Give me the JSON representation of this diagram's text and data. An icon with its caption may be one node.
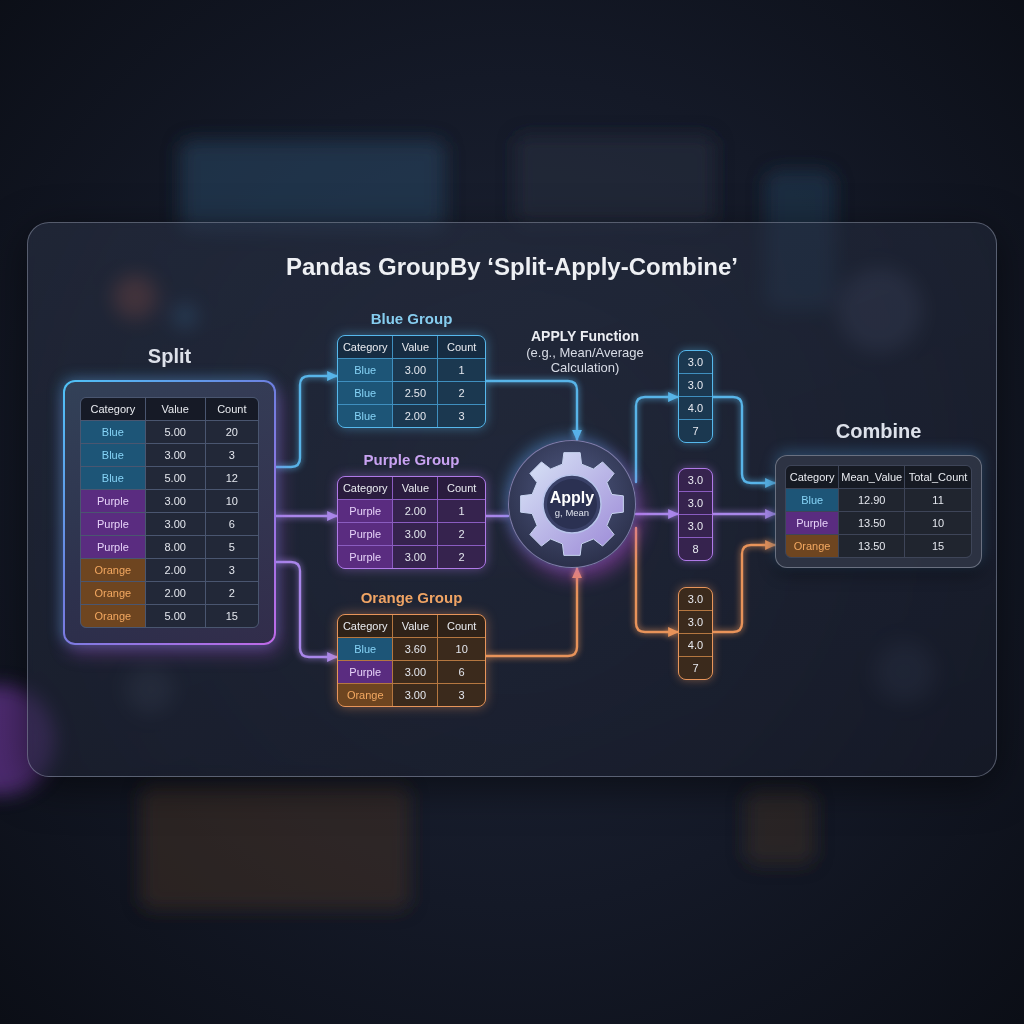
{
  "diagram": {
    "title": "Pandas GroupBy ‘Split-Apply-Combine’",
    "nodes": [
      {
        "text": [
          "Split",
          "Category",
          "Value",
          "Count",
          "Blue",
          "5.00",
          "20",
          "Blue",
          "3.00",
          "3",
          "Blue",
          "5.00",
          "12",
          "Purple",
          "3.00",
          "10",
          "Purple",
          "3.00",
          "6",
          "Purple",
          "8.00",
          "5",
          "Orange",
          "2.00",
          "3",
          "Orange",
          "2.00",
          "2",
          "Orange",
          "5.00",
          "15"
        ]
      },
      {
        "text": [
          "Blue Group",
          "Category",
          "Value",
          "Count",
          "Blue",
          "3.00",
          "1",
          "Blue",
          "2.50",
          "2",
          "Blue",
          "2.00",
          "3"
        ]
      },
      {
        "text": [
          "Purple Group",
          "Category",
          "Value",
          "Count",
          "Purple",
          "2.00",
          "1",
          "Purple",
          "3.00",
          "2",
          "Purple",
          "3.00",
          "2"
        ]
      },
      {
        "text": [
          "Orange Group",
          "Category",
          "Value",
          "Count",
          "Blue",
          "3.60",
          "10",
          "Purple",
          "3.00",
          "6",
          "Orange",
          "3.00",
          "3"
        ]
      },
      {
        "text": [
          "Apply",
          "g, Mean"
        ],
        "beside": [
          "APPLY Function",
          "(e.g., Mean/Average Calculation)"
        ]
      },
      {
        "text": [
          "3.0",
          "3.0",
          "4.0",
          "7"
        ]
      },
      {
        "text": [
          "3.0",
          "3.0",
          "3.0",
          "8"
        ]
      },
      {
        "text": [
          "3.0",
          "3.0",
          "4.0",
          "7"
        ]
      },
      {
        "text": [
          "Combine",
          "Category",
          "Mean_Value",
          "Total_Count",
          "Blue",
          "12.90",
          "11",
          "Purple",
          "13.50",
          "10",
          "Orange",
          "13.50",
          "15"
        ]
      }
    ],
    "edges": [
      {
        "from": 0,
        "to": 1,
        "arrow": "to",
        "color": "#58b4e8"
      },
      {
        "from": 0,
        "to": 2,
        "arrow": "to"
      },
      {
        "from": 0,
        "to": 3,
        "arrow": "to"
      },
      {
        "from": 1,
        "to": 4,
        "arrow": "to",
        "color": "#58b4e8"
      },
      {
        "from": 2,
        "to": 4,
        "arrow": "none"
      },
      {
        "from": 3,
        "to": 4,
        "arrow": "to",
        "color": "#e8935a"
      },
      {
        "from": 4,
        "to": 5,
        "arrow": "to",
        "color": "#58b4e8"
      },
      {
        "from": 4,
        "to": 6,
        "arrow": "to"
      },
      {
        "from": 4,
        "to": 7,
        "arrow": "to",
        "color": "#e8935a"
      },
      {
        "from": 5,
        "to": 8,
        "arrow": "to",
        "color": "#58b4e8"
      },
      {
        "from": 6,
        "to": 8,
        "arrow": "to"
      },
      {
        "from": 7,
        "to": 8,
        "arrow": "to",
        "color": "#e8935a"
      }
    ]
  }
}
